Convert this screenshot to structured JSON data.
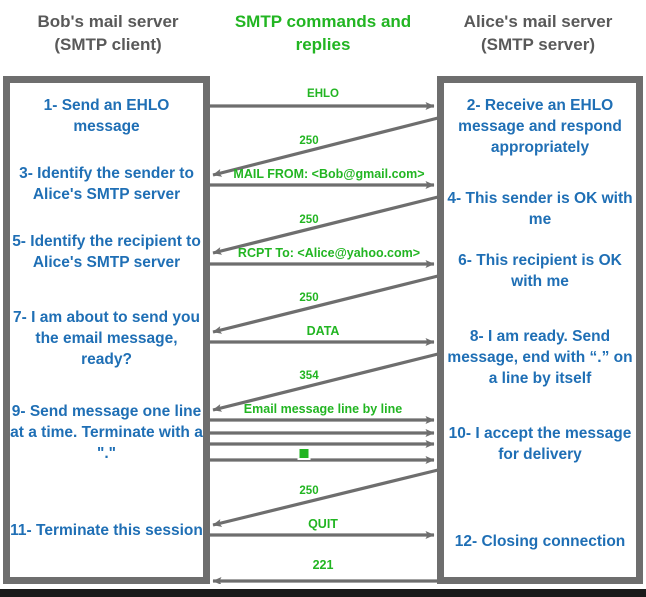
{
  "headers": {
    "left": "Bob's mail server\n(SMTP client)",
    "left_line1": "Bob's mail server",
    "left_line2": "(SMTP client)",
    "middle_line1": "SMTP commands and",
    "middle_line2": "replies",
    "right_line1": "Alice's mail server",
    "right_line2": "(SMTP server)"
  },
  "colors": {
    "green": "#22b522",
    "blue": "#1f6fb5",
    "gray_frame": "#6e6e6e",
    "header_gray": "#595959",
    "arrow_gray": "#6e6e6e"
  },
  "client_steps": [
    {
      "id": "step-1",
      "text": "1- Send an EHLO message"
    },
    {
      "id": "step-3",
      "text": "3- Identify the sender to Alice's SMTP server"
    },
    {
      "id": "step-5",
      "text": "5- Identify\nthe recipient to Alice's SMTP server"
    },
    {
      "id": "step-7",
      "text": "7- I am about to send you the email message, ready?"
    },
    {
      "id": "step-9",
      "text": "9- Send message one line at a time. Terminate with a \".\""
    },
    {
      "id": "step-11",
      "text": "11- Terminate this session"
    }
  ],
  "server_steps": [
    {
      "id": "step-2",
      "text": "2- Receive an EHLO message and respond appropriately"
    },
    {
      "id": "step-4",
      "text": "4- This sender is OK with me"
    },
    {
      "id": "step-6",
      "text": "6- This recipient is OK with me"
    },
    {
      "id": "step-8",
      "text": "8-  I am ready. Send message, end with “.” on a line by itself"
    },
    {
      "id": "step-10",
      "text": "10-  I accept the message for delivery"
    },
    {
      "id": "step-12",
      "text": "12-  Closing connection"
    }
  ],
  "messages": [
    {
      "id": "msg-ehlo",
      "label": "EHLO",
      "direction": "client-to-server",
      "kind": "command"
    },
    {
      "id": "msg-250-a",
      "label": "250",
      "direction": "server-to-client",
      "kind": "reply"
    },
    {
      "id": "msg-mailfrom",
      "label": "MAIL FROM: <Bob@gmail.com>",
      "direction": "client-to-server",
      "kind": "command"
    },
    {
      "id": "msg-250-b",
      "label": "250",
      "direction": "server-to-client",
      "kind": "reply"
    },
    {
      "id": "msg-rcptto",
      "label": "RCPT To: <Alice@yahoo.com>",
      "direction": "client-to-server",
      "kind": "command"
    },
    {
      "id": "msg-250-c",
      "label": "250",
      "direction": "server-to-client",
      "kind": "reply"
    },
    {
      "id": "msg-data",
      "label": "DATA",
      "direction": "client-to-server",
      "kind": "command"
    },
    {
      "id": "msg-354",
      "label": "354",
      "direction": "server-to-client",
      "kind": "reply"
    },
    {
      "id": "msg-emaillines",
      "label": "Email message line by line",
      "direction": "client-to-server",
      "kind": "command"
    },
    {
      "id": "msg-dot",
      "label": "■",
      "direction": "client-to-server",
      "kind": "terminator"
    },
    {
      "id": "msg-250-d",
      "label": "250",
      "direction": "server-to-client",
      "kind": "reply"
    },
    {
      "id": "msg-quit",
      "label": "QUIT",
      "direction": "client-to-server",
      "kind": "command"
    },
    {
      "id": "msg-221",
      "label": "221",
      "direction": "server-to-client",
      "kind": "reply"
    }
  ]
}
